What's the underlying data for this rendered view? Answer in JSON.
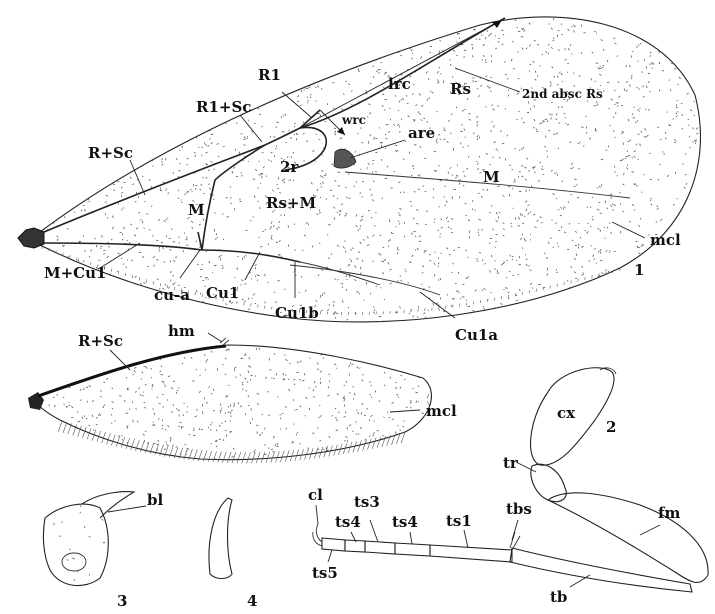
{
  "figure_numbers": {
    "fig1": "1",
    "fig2": "2",
    "fig3": "3",
    "fig4": "4"
  },
  "forewing_labels": {
    "r1": "R1",
    "lrc": "lrc",
    "rs": "Rs",
    "rs2": "2nd absc Rs",
    "r1sc": "R1+Sc",
    "wrc": "wrc",
    "are": "are",
    "rsc": "R+Sc",
    "r2": "2r",
    "m_distal": "M",
    "m": "M",
    "rsm": "Rs+M",
    "mcl": "mcl",
    "mcu1": "M+Cu1",
    "cua": "cu-a",
    "cu1": "Cu1",
    "cu1b": "Cu1b",
    "cu1a": "Cu1a"
  },
  "hindwing_labels": {
    "rsc": "R+Sc",
    "hm": "hm",
    "mcl": "mcl"
  },
  "leg_labels": {
    "cx": "cx",
    "tr": "tr",
    "fm": "fm",
    "tbs": "tbs",
    "tb": "tb",
    "cl": "cl",
    "ts1": "ts1",
    "ts3": "ts3",
    "ts4a": "ts4",
    "ts4b": "ts4",
    "ts5": "ts5"
  },
  "mandible_labels": {
    "bl": "bl"
  }
}
